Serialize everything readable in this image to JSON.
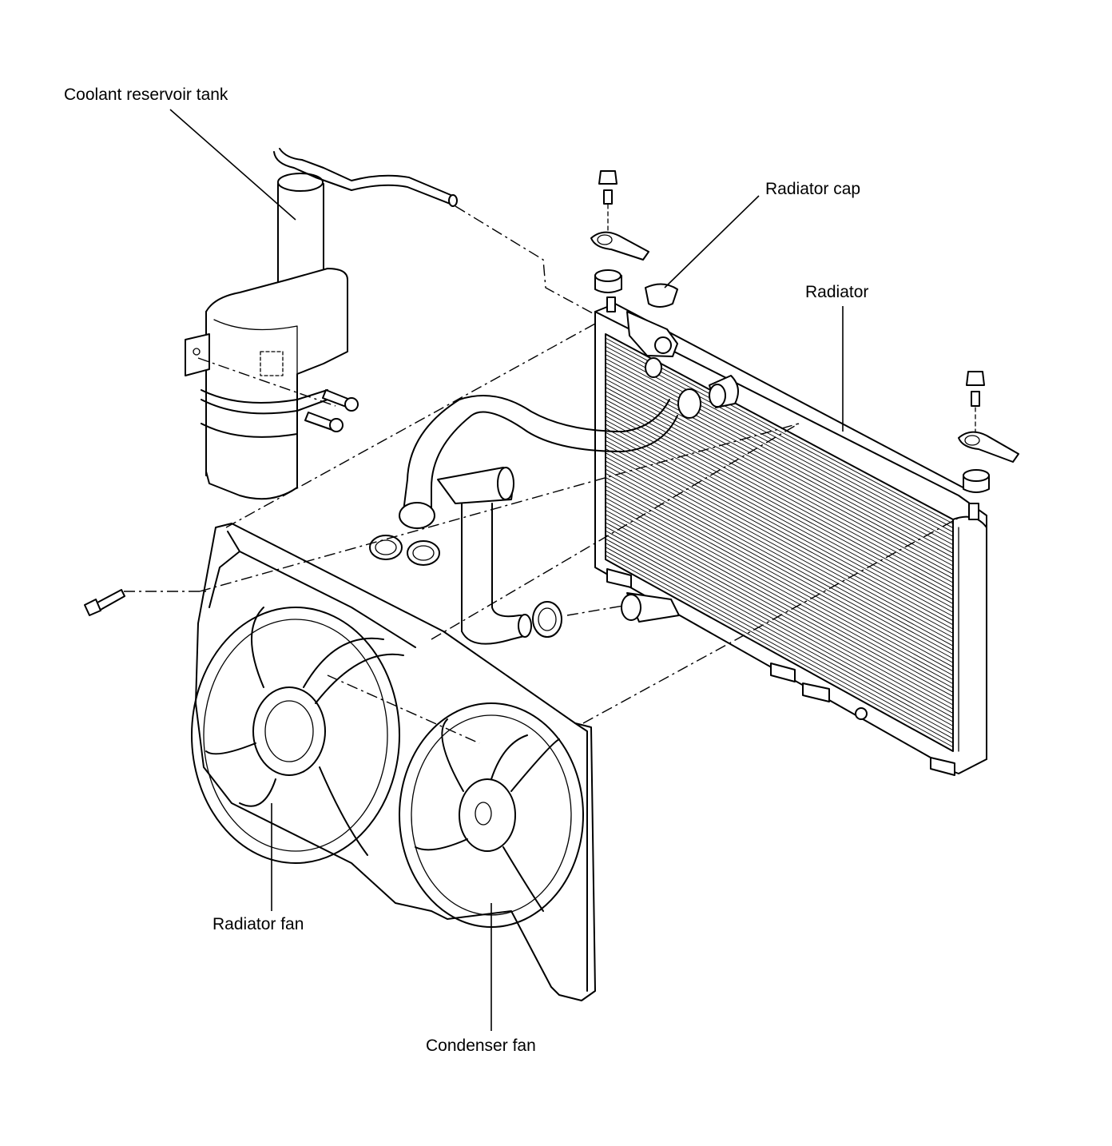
{
  "labels": {
    "coolant_reservoir_tank": "Coolant reservoir tank",
    "radiator_cap": "Radiator cap",
    "radiator": "Radiator",
    "radiator_fan": "Radiator fan",
    "condenser_fan": "Condenser fan"
  }
}
